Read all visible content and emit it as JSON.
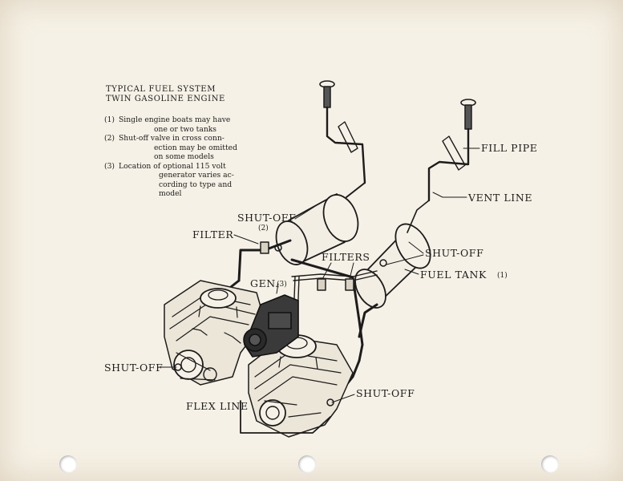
{
  "caption": {
    "title_line1": "TYPICAL FUEL SYSTEM",
    "title_line2": "TWIN GASOLINE ENGINE"
  },
  "notes": [
    {
      "num": "(1)",
      "line1": "Single engine boats may have",
      "line2": "one or two tanks"
    },
    {
      "num": "(2)",
      "line1": "Shut-off valve in cross conn-",
      "line2": "ection may be omitted",
      "line3": "on some models"
    },
    {
      "num": "(3)",
      "line1": "Location of optional  115 volt",
      "line2": "generator varies ac-",
      "line3": "cording to type  and",
      "line4": "model"
    }
  ],
  "labels": {
    "fill_pipe": "FILL PIPE",
    "vent_line": "VENT LINE",
    "shut_off_top": "SHUT-OFF",
    "shut_off_top_note": "(2)",
    "filter": "FILTER",
    "filters": "FILTERS",
    "shut_off_right": "SHUT-OFF",
    "fuel_tank": "FUEL TANK",
    "fuel_tank_note": "(1)",
    "gen": "GEN.",
    "gen_note": "(3)",
    "shut_off_left": "SHUT-OFF",
    "shut_off_bottom": "SHUT-OFF",
    "flex_line": "FLEX LINE"
  },
  "colors": {
    "paper": "#f6f1e6",
    "ink": "#1c1c1c",
    "generator": "#3a3a3a"
  }
}
